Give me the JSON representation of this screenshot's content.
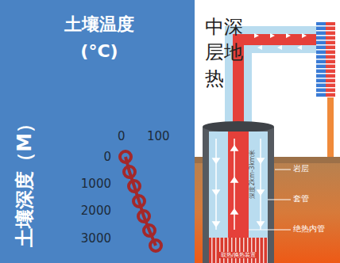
{
  "diagram": {
    "labels": [
      "土壤温度 (°C)",
      "土壤深度（M）",
      "0",
      "100",
      "0",
      "1000",
      "2000",
      "3000",
      "中深层地热",
      "深度2km-3km米",
      "岩层",
      "套管",
      "绝热内管",
      "取热/换热装置"
    ]
  }
}
